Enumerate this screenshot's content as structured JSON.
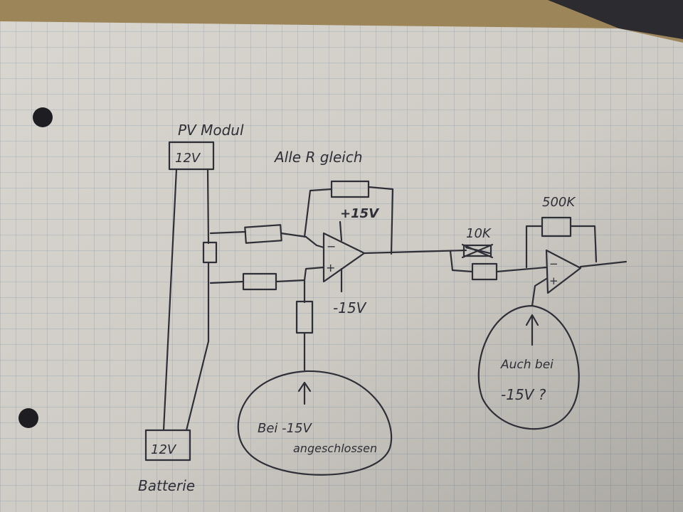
{
  "labels": {
    "pv_module": "PV Modul",
    "pv_voltage": "12V",
    "battery_voltage": "12V",
    "battery": "Batterie",
    "all_r_equal": "Alle R gleich",
    "op1_plus_supply": "+15V",
    "op1_minus_supply": "-15V",
    "r_10k": "10K",
    "r_500k": "500K",
    "bubble1_line1": "Bei -15V",
    "bubble1_line2": "angeschlossen",
    "bubble2_line1": "Auch bei",
    "bubble2_line2": "-15V ?",
    "opamp_minus": "−",
    "opamp_plus": "+"
  },
  "colors": {
    "ink": "#2f2f38",
    "paper": "#d9d6cf",
    "grid": "#a9b3bd",
    "desk": "#9c8559"
  }
}
